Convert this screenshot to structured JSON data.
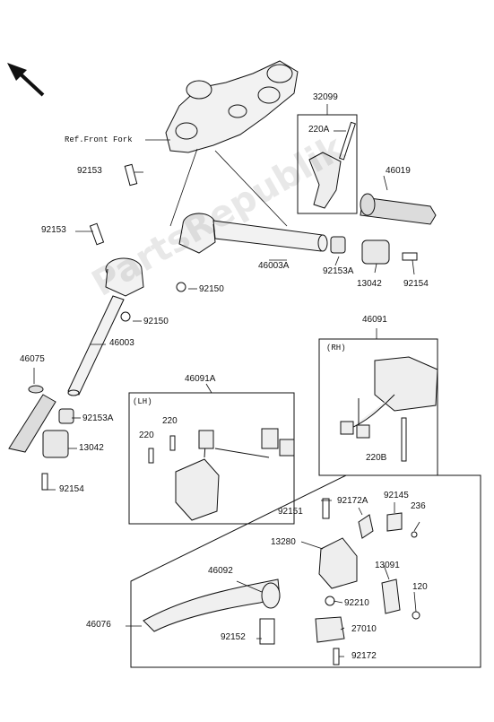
{
  "diagram": {
    "ref_front_fork": "Ref.Front Fork",
    "labels": {
      "p32099": "32099",
      "p220A": "220A",
      "p46019": "46019",
      "p92153_top": "92153",
      "p92153_mid": "92153",
      "p46003A": "46003A",
      "p92153A_right": "92153A",
      "p13042_right": "13042",
      "p92154_right": "92154",
      "p92150_a": "92150",
      "p92150_b": "92150",
      "p46003": "46003",
      "p46075": "46075",
      "p92153A_left": "92153A",
      "p13042_left": "13042",
      "p92154_left": "92154",
      "p46091A": "46091A",
      "p46091": "46091",
      "p220_a": "220",
      "p220_b": "220",
      "p220B": "220B",
      "p92151": "92151",
      "p92172A": "92172A",
      "p92145": "92145",
      "p236": "236",
      "p13280": "13280",
      "p13091": "13091",
      "p46092": "46092",
      "p46076": "46076",
      "p92210": "92210",
      "p120": "120",
      "p27010": "27010",
      "p92152": "92152",
      "p92172": "92172"
    },
    "box_lh": "(LH)",
    "box_rh": "(RH)",
    "watermark": "PartsRepublik"
  }
}
